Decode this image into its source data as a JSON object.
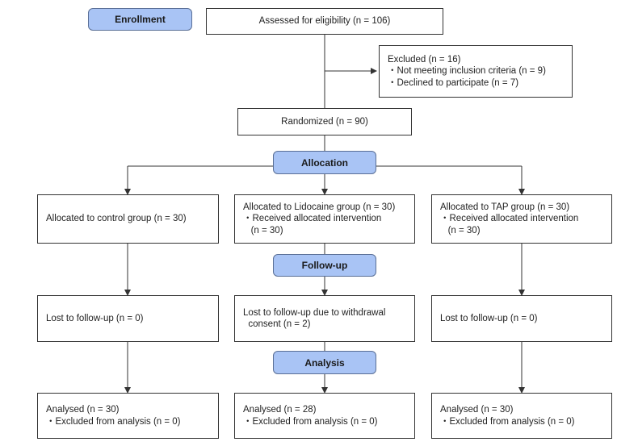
{
  "stages": {
    "enrollment": "Enrollment",
    "allocation": "Allocation",
    "follow_up": "Follow-up",
    "analysis": "Analysis"
  },
  "assessed": "Assessed for eligibility (n = 106)",
  "excluded": {
    "title": "Excluded (n = 16)",
    "items": [
      "・Not meeting inclusion criteria (n = 9)",
      "・Declined to participate (n = 7)"
    ]
  },
  "randomized": "Randomized (n = 90)",
  "groups": [
    {
      "allocated": [
        "Allocated to control group (n = 30)"
      ],
      "follow_up": [
        "Lost to follow-up (n = 0)"
      ],
      "analysed": [
        "Analysed (n = 30)",
        "・Excluded from analysis (n = 0)"
      ]
    },
    {
      "allocated": [
        "Allocated to Lidocaine group (n = 30)",
        "・Received allocated intervention",
        "   (n = 30)"
      ],
      "follow_up": [
        "Lost to follow-up due to withdrawal",
        "  consent (n = 2)"
      ],
      "analysed": [
        "Analysed (n = 28)",
        "・Excluded from analysis (n = 0)"
      ]
    },
    {
      "allocated": [
        "Allocated to TAP group (n = 30)",
        "・Received allocated intervention",
        "   (n = 30)"
      ],
      "follow_up": [
        "Lost to follow-up (n = 0)"
      ],
      "analysed": [
        "Analysed (n = 30)",
        "・Excluded from analysis (n = 0)"
      ]
    }
  ],
  "colors": {
    "stage_fill": "#a9c4f5",
    "stage_border": "#5a6f96",
    "line": "#333333"
  }
}
